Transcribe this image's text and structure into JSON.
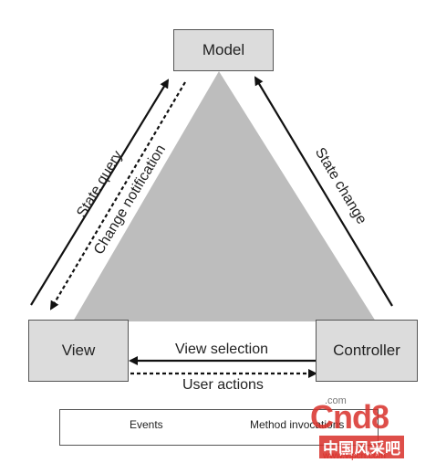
{
  "nodes": {
    "model": "Model",
    "view": "View",
    "controller": "Controller"
  },
  "edges": {
    "state_query": "State query",
    "change_notification": "Change notification",
    "state_change": "State change",
    "view_selection": "View selection",
    "user_actions": "User actions"
  },
  "legend": {
    "events": "Events",
    "method_invocations": "Method invocations"
  },
  "watermark": {
    "logo": "Cnd8",
    "sub": "中国风采吧",
    "url": "www.vipcn.com",
    "com": ".com"
  },
  "colors": {
    "box_fill": "#dcdcdc",
    "triangle_fill": "#bdbdbd",
    "line": "#111111",
    "watermark_red": "#d9302a"
  }
}
